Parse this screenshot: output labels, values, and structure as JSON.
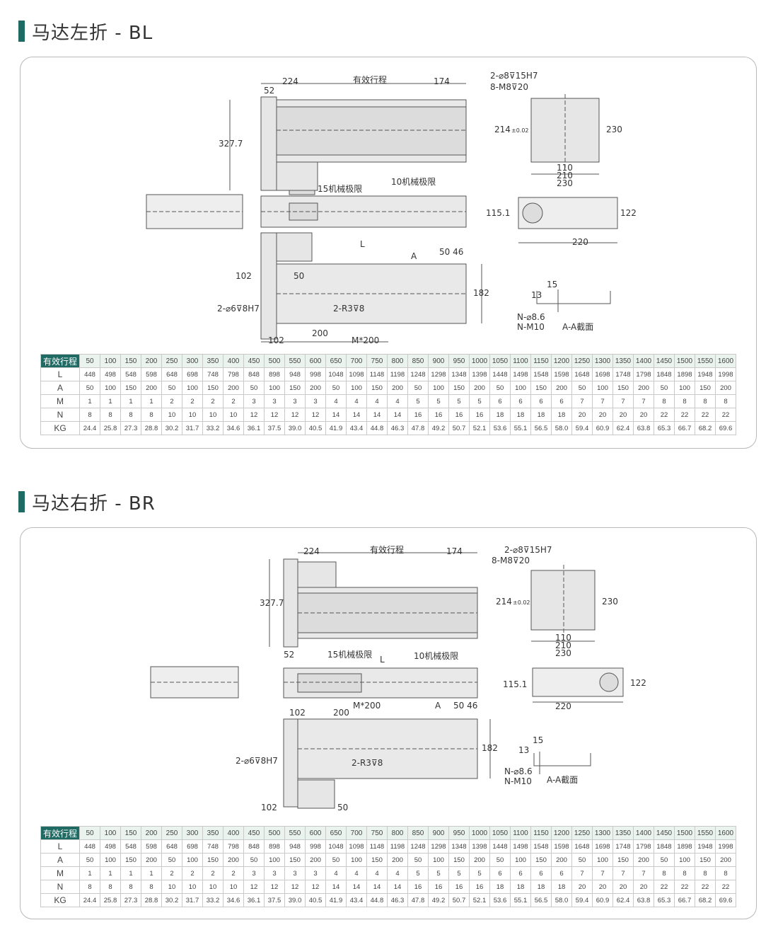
{
  "sections": [
    {
      "title": "马达左折 - BL",
      "labels": {
        "d224": "224",
        "stroke": "有效行程",
        "d174": "174",
        "d52": "52",
        "d3277": "327.7",
        "mech15": "15机械极限",
        "mech10": "10机械极限",
        "holes1": "2-⌀8⊽15H7",
        "holes2": "8-M8⊽20",
        "d214": "214",
        "tol": "±0.02",
        "d230": "230",
        "d110": "110",
        "d210": "210",
        "d230b": "230",
        "d1151": "115.1",
        "d122": "122",
        "d220": "220",
        "dL": "L",
        "secA": "A",
        "d5046": "50 46",
        "d102": "102",
        "d50": "50",
        "d182": "182",
        "hole6": "2-⌀6⊽8H7",
        "r3": "2-R3⊽8",
        "d200": "200",
        "m200": "M*200",
        "d102b": "102",
        "d15": "15",
        "d13": "13",
        "n86": "N-⌀8.6",
        "nm10": "N-M10",
        "aa": "A-A截面"
      }
    },
    {
      "title": "马达右折 - BR",
      "labels": {
        "d224": "224",
        "stroke": "有效行程",
        "d174": "174",
        "d52": "52",
        "d3277": "327.7",
        "mech15": "15机械极限",
        "mech10": "10机械极限",
        "holes1": "2-⌀8⊽15H7",
        "holes2": "8-M8⊽20",
        "d214": "214",
        "tol": "±0.02",
        "d230": "230",
        "d110": "110",
        "d210": "210",
        "d230b": "230",
        "d1151": "115.1",
        "d122": "122",
        "d220": "220",
        "dL": "L",
        "secA": "A",
        "d5046": "50 46",
        "d102": "102",
        "d50": "50",
        "d182": "182",
        "hole6": "2-⌀6⊽8H7",
        "r3": "2-R3⊽8",
        "d200": "200",
        "m200": "M*200",
        "d102b": "102",
        "d15": "15",
        "d13": "13",
        "n86": "N-⌀8.6",
        "nm10": "N-M10",
        "aa": "A-A截面"
      }
    }
  ],
  "table": {
    "row_labels": [
      "有效行程",
      "L",
      "A",
      "M",
      "N",
      "KG"
    ],
    "rows": [
      [
        "50",
        "100",
        "150",
        "200",
        "250",
        "300",
        "350",
        "400",
        "450",
        "500",
        "550",
        "600",
        "650",
        "700",
        "750",
        "800",
        "850",
        "900",
        "950",
        "1000",
        "1050",
        "1100",
        "1150",
        "1200",
        "1250",
        "1300",
        "1350",
        "1400",
        "1450",
        "1500",
        "1550",
        "1600"
      ],
      [
        "448",
        "498",
        "548",
        "598",
        "648",
        "698",
        "748",
        "798",
        "848",
        "898",
        "948",
        "998",
        "1048",
        "1098",
        "1148",
        "1198",
        "1248",
        "1298",
        "1348",
        "1398",
        "1448",
        "1498",
        "1548",
        "1598",
        "1648",
        "1698",
        "1748",
        "1798",
        "1848",
        "1898",
        "1948",
        "1998"
      ],
      [
        "50",
        "100",
        "150",
        "200",
        "50",
        "100",
        "150",
        "200",
        "50",
        "100",
        "150",
        "200",
        "50",
        "100",
        "150",
        "200",
        "50",
        "100",
        "150",
        "200",
        "50",
        "100",
        "150",
        "200",
        "50",
        "100",
        "150",
        "200",
        "50",
        "100",
        "150",
        "200"
      ],
      [
        "1",
        "1",
        "1",
        "1",
        "2",
        "2",
        "2",
        "2",
        "3",
        "3",
        "3",
        "3",
        "4",
        "4",
        "4",
        "4",
        "5",
        "5",
        "5",
        "5",
        "6",
        "6",
        "6",
        "6",
        "7",
        "7",
        "7",
        "7",
        "8",
        "8",
        "8",
        "8"
      ],
      [
        "8",
        "8",
        "8",
        "8",
        "10",
        "10",
        "10",
        "10",
        "12",
        "12",
        "12",
        "12",
        "14",
        "14",
        "14",
        "14",
        "16",
        "16",
        "16",
        "16",
        "18",
        "18",
        "18",
        "18",
        "20",
        "20",
        "20",
        "20",
        "22",
        "22",
        "22",
        "22"
      ],
      [
        "24.4",
        "25.8",
        "27.3",
        "28.8",
        "30.2",
        "31.7",
        "33.2",
        "34.6",
        "36.1",
        "37.5",
        "39.0",
        "40.5",
        "41.9",
        "43.4",
        "44.8",
        "46.3",
        "47.8",
        "49.2",
        "50.7",
        "52.1",
        "53.6",
        "55.1",
        "56.5",
        "58.0",
        "59.4",
        "60.9",
        "62.4",
        "63.8",
        "65.3",
        "66.7",
        "68.2",
        "69.6"
      ]
    ]
  }
}
